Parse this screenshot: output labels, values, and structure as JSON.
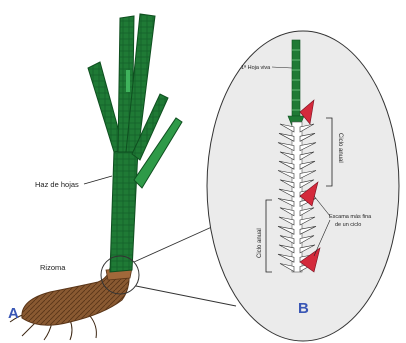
{
  "panel_a": {
    "letter": "A",
    "label_leaves": "Haz de hojas",
    "label_rhizome": "Rizoma"
  },
  "panel_b": {
    "letter": "B",
    "label_first_leaf": "1ª Hoja viva",
    "label_cycle_top": "Ciclo anual",
    "label_cycle_bottom": "Ciclo anual",
    "label_scale_line1": "Escama más fina",
    "label_scale_line2": "de un ciclo"
  },
  "colors": {
    "leaf_green": "#1f7a35",
    "leaf_dark": "#0e4f1f",
    "leaf_light": "#2e9a48",
    "rhizome": "#8a5a32",
    "rhizome_dark": "#5a3518",
    "scale_red": "#d42a3c",
    "letter_blue": "#3a57b5"
  }
}
